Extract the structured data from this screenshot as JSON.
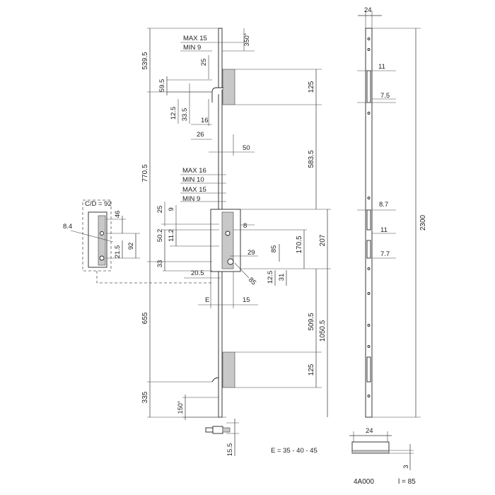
{
  "drawing": {
    "side_view": {
      "dim_total_height": "2300",
      "dim_width_top": "24",
      "dim_slot_a": "11",
      "dim_slot_b": "7.5",
      "dim_slot_c": "8.7",
      "dim_slot_d": "11",
      "dim_slot_e": "7.7"
    },
    "front_view": {
      "max15_top": "MAX 15",
      "min9_top": "MIN 9",
      "angle_top": "350°",
      "dim_539_5": "539.5",
      "dim_25_top": "25",
      "dim_59_5": "59.5",
      "dim_12_5_top": "12.5",
      "dim_33_5": "33.5",
      "dim_16": "16",
      "dim_26": "26",
      "dim_125_top": "125",
      "dim_50": "50",
      "dim_583_5": "583.5",
      "dim_770_5": "770.5",
      "max16": "MAX 16",
      "min10": "MIN 10",
      "max15_mid": "MAX 15",
      "min9_mid": "MIN 9",
      "dim_25_mid": "25",
      "dim_9": "9",
      "dim_8": "8",
      "dim_50_2": "50.2",
      "dim_11_2": "11.2",
      "dim_170_5": "170.5",
      "dim_207": "207",
      "dim_85_center": "85",
      "dim_29": "29",
      "dim_33": "33",
      "dim_20_5": "20.5",
      "dim_12_5_mid": "12.5",
      "dim_31": "31",
      "dim_85_angle": "85",
      "dim_E": "E",
      "dim_15": "15",
      "dim_509_5": "509.5",
      "dim_1050_5": "1050.5",
      "dim_655": "655",
      "dim_125_bottom": "125",
      "dim_335": "335",
      "angle_bottom": "150°",
      "dim_15_5": "15.5",
      "e_note": "E = 35 - 40 - 45"
    },
    "detail_view": {
      "cd_label": "C/D = 92",
      "dim_8_4": "8.4",
      "dim_46": "46",
      "dim_92": "92",
      "dim_21_5": "21.5"
    },
    "section_view": {
      "dim_24_bottom": "24",
      "dim_3": "3"
    },
    "footer": {
      "code": "4A000",
      "length": "l = 85"
    }
  }
}
